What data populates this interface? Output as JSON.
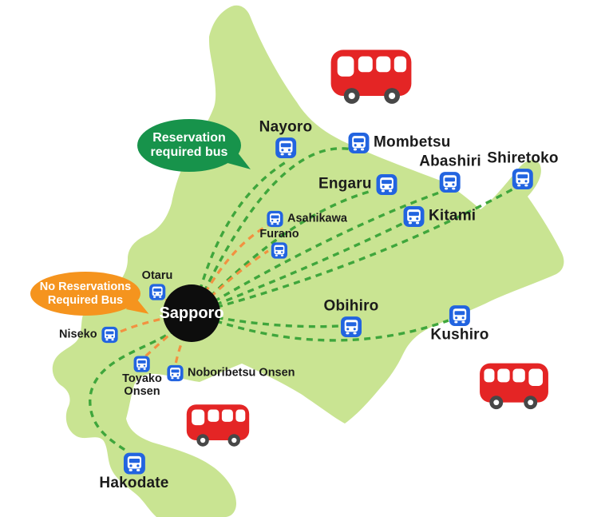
{
  "title_hint": "Hokkaido bus route map",
  "colors": {
    "map_fill": "#c9e492",
    "route_reservation": "#3fa63c",
    "route_no_reservation": "#f29140",
    "bubble_reservation": "#17934b",
    "bubble_no_reservation": "#f5941e",
    "bus_icon_blue": "#2264e0",
    "red_bus": "#e42525",
    "hub_bg": "#0d0d0d",
    "label_color": "#1b1b1b"
  },
  "legend": {
    "reservation": {
      "label": "Reservation\nrequired bus",
      "route_type": "reservation_required"
    },
    "no_reservation": {
      "label": "No Reservations\nRequired Bus",
      "route_type": "no_reservation"
    }
  },
  "hub": {
    "label": "Sapporo"
  },
  "cities": [
    {
      "name": "Nayoro",
      "display": "Nayoro",
      "route": "reservation_required"
    },
    {
      "name": "Mombetsu",
      "display": "Mombetsu",
      "route": "reservation_required"
    },
    {
      "name": "Engaru",
      "display": "Engaru",
      "route": "reservation_required"
    },
    {
      "name": "Abashiri",
      "display": "Abashiri",
      "route": "reservation_required"
    },
    {
      "name": "Shiretoko",
      "display": "Shiretoko",
      "route": "reservation_required"
    },
    {
      "name": "Kitami",
      "display": "Kitami",
      "route": "reservation_required"
    },
    {
      "name": "Asahikawa",
      "display": "Asahikawa",
      "route": "no_reservation"
    },
    {
      "name": "Furano",
      "display": "Furano",
      "route": "no_reservation"
    },
    {
      "name": "Otaru",
      "display": "Otaru",
      "route": "no_reservation"
    },
    {
      "name": "Niseko",
      "display": "Niseko",
      "route": "no_reservation"
    },
    {
      "name": "Toyako Onsen",
      "display": "Toyako\nOnsen",
      "route": "no_reservation"
    },
    {
      "name": "Noboribetsu Onsen",
      "display": "Noboribetsu Onsen",
      "route": "no_reservation"
    },
    {
      "name": "Obihiro",
      "display": "Obihiro",
      "route": "reservation_required"
    },
    {
      "name": "Kushiro",
      "display": "Kushiro",
      "route": "reservation_required"
    },
    {
      "name": "Hakodate",
      "display": "Hakodate",
      "route": "reservation_required"
    }
  ],
  "routes": {
    "from": "Sapporo",
    "reservation_required": [
      "Nayoro",
      "Mombetsu",
      "Engaru",
      "Abashiri",
      "Shiretoko",
      "Kitami",
      "Obihiro",
      "Kushiro",
      "Hakodate"
    ],
    "no_reservation": [
      "Asahikawa",
      "Furano",
      "Otaru",
      "Niseko",
      "Toyako Onsen",
      "Noboribetsu Onsen"
    ]
  },
  "icons": {
    "bus_stop": "blue rounded square with white bus front",
    "red_bus": "red cartoon bus illustration"
  }
}
